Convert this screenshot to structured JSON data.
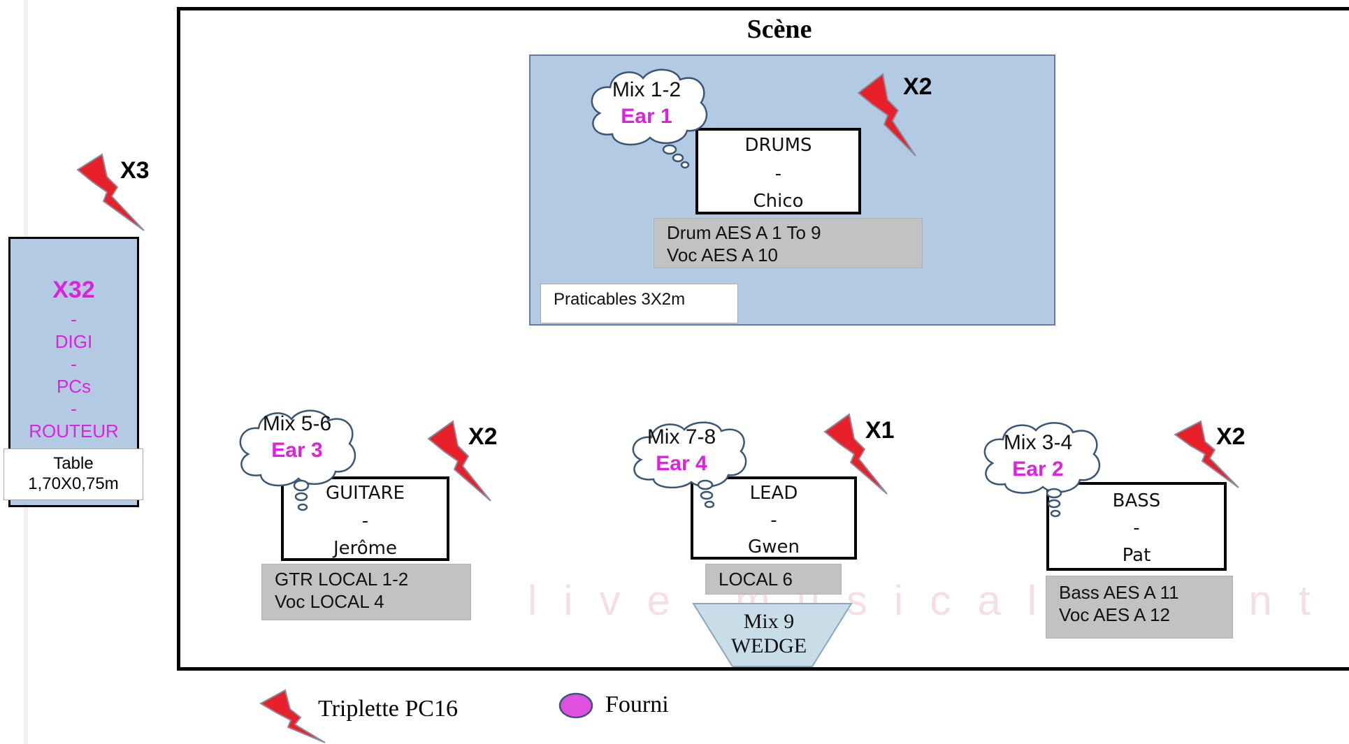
{
  "title": "Scène",
  "watermark": "live musical event",
  "colors": {
    "riser": "#b3cbe2",
    "info_box": "#c2c2c2",
    "ear_text": "#e020e0",
    "bolt": "#e8202a",
    "wedge": "#c8dde8"
  },
  "console": {
    "lines": [
      "X32",
      "-",
      "DIGI",
      "-",
      "PCs",
      "-",
      "ROUTEUR"
    ],
    "table_line1": "Table",
    "table_line2": "1,70X0,75m"
  },
  "riser": {
    "label": "Praticables 3X2m"
  },
  "musicians": [
    {
      "name_line": "DRUMS",
      "sep": "-",
      "player": "Chico",
      "info": [
        "Drum AES A 1 To 9",
        "Voc AES A 10"
      ],
      "mix": "Mix 1-2",
      "ear": "Ear 1",
      "power": "X2"
    },
    {
      "name_line": "GUITARE",
      "sep": "-",
      "player": "Jerôme",
      "info": [
        "GTR LOCAL 1-2",
        "Voc LOCAL 4"
      ],
      "mix": "Mix 5-6",
      "ear": "Ear 3",
      "power": "X2"
    },
    {
      "name_line": "LEAD",
      "sep": "-",
      "player": "Gwen",
      "info": [
        "LOCAL 6"
      ],
      "mix": "Mix 7-8",
      "ear": "Ear 4",
      "power": "X1"
    },
    {
      "name_line": "BASS",
      "sep": "-",
      "player": "Pat",
      "info": [
        "Bass AES A 11",
        "Voc AES A 12"
      ],
      "mix": "Mix 3-4",
      "ear": "Ear 2",
      "power": "X2"
    }
  ],
  "console_power": "X3",
  "wedge": {
    "line1": "Mix 9",
    "line2": "WEDGE"
  },
  "legend": {
    "power": "Triplette PC16",
    "provided": "Fourni"
  }
}
